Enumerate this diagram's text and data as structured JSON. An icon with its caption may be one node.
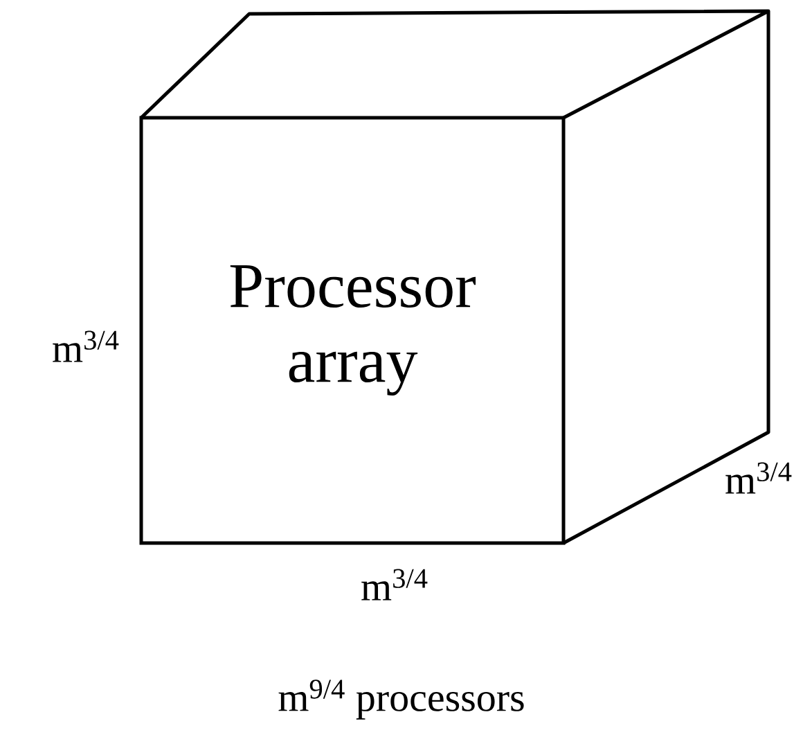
{
  "diagram": {
    "caption": "m$^{9/4}$ processors",
    "nodes": [
      {
        "text": [
          "Processor array"
        ]
      }
    ],
    "labels": [
      "m$^{3/4}$",
      "m$^{3/4}$",
      "m$^{3/4}$"
    ]
  }
}
